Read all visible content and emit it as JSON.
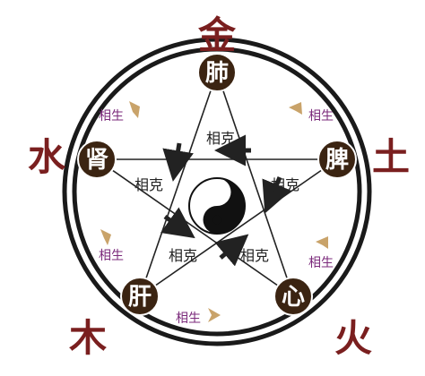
{
  "elements": {
    "metal": "金",
    "earth": "土",
    "fire": "火",
    "wood": "木",
    "water": "水"
  },
  "organs": {
    "lung": "肺",
    "spleen": "脾",
    "heart": "心",
    "liver": "肝",
    "kidney": "肾"
  },
  "ke_labels": [
    "相克",
    "相克",
    "相克",
    "相克",
    "相克"
  ],
  "sheng_labels": [
    "相生",
    "相生",
    "相生",
    "相生",
    "相生"
  ],
  "colors": {
    "ring": "#1a1a1a",
    "organ_fill": "#3b2412",
    "element_text": "#7a1f1f",
    "sheng_text": "#7b2a7b",
    "sheng_arrow": "#c9a36a",
    "line": "#222222"
  }
}
